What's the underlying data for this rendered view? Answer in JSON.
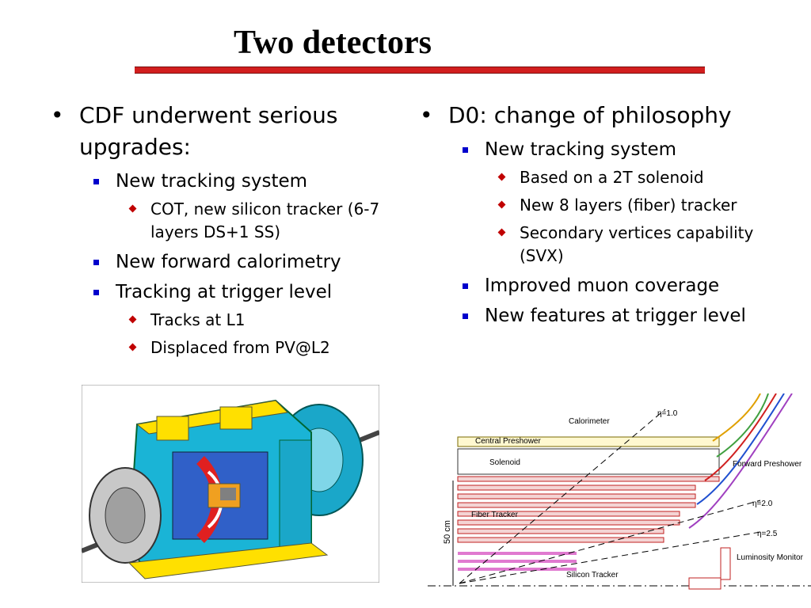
{
  "slide": {
    "title": "Two detectors",
    "accent_color": "#d21e1e"
  },
  "left": {
    "heading": "CDF underwent serious upgrades:",
    "items": [
      {
        "label": "New tracking system",
        "sub": [
          "COT, new silicon tracker (6-7 layers DS+1 SS)"
        ]
      },
      {
        "label": "New forward calorimetry",
        "sub": []
      },
      {
        "label": "Tracking at trigger level",
        "sub": [
          "Tracks at L1",
          "Displaced from PV@L2"
        ]
      }
    ]
  },
  "right": {
    "heading": "D0: change of philosophy",
    "items": [
      {
        "label": "New tracking system",
        "sub": [
          "Based on a 2T solenoid",
          "New 8 layers (fiber) tracker",
          "Secondary vertices capability (SVX)"
        ]
      },
      {
        "label": "Improved muon coverage",
        "sub": []
      },
      {
        "label": "New features at trigger level",
        "sub": []
      }
    ]
  },
  "d0_diagram": {
    "labels": {
      "calorimeter": "Calorimeter",
      "central_preshower": "Central Preshower",
      "solenoid": "Solenoid",
      "forward_preshower": "Forward Preshower",
      "fiber_tracker": "Fiber Tracker",
      "silicon_tracker": "Silicon Tracker",
      "luminosity_monitor": "Luminosity Monitor",
      "scale": "50 cm",
      "eta_1": "η=1.0",
      "eta_2": "η=2.0",
      "eta_25": "η=2.5"
    }
  }
}
